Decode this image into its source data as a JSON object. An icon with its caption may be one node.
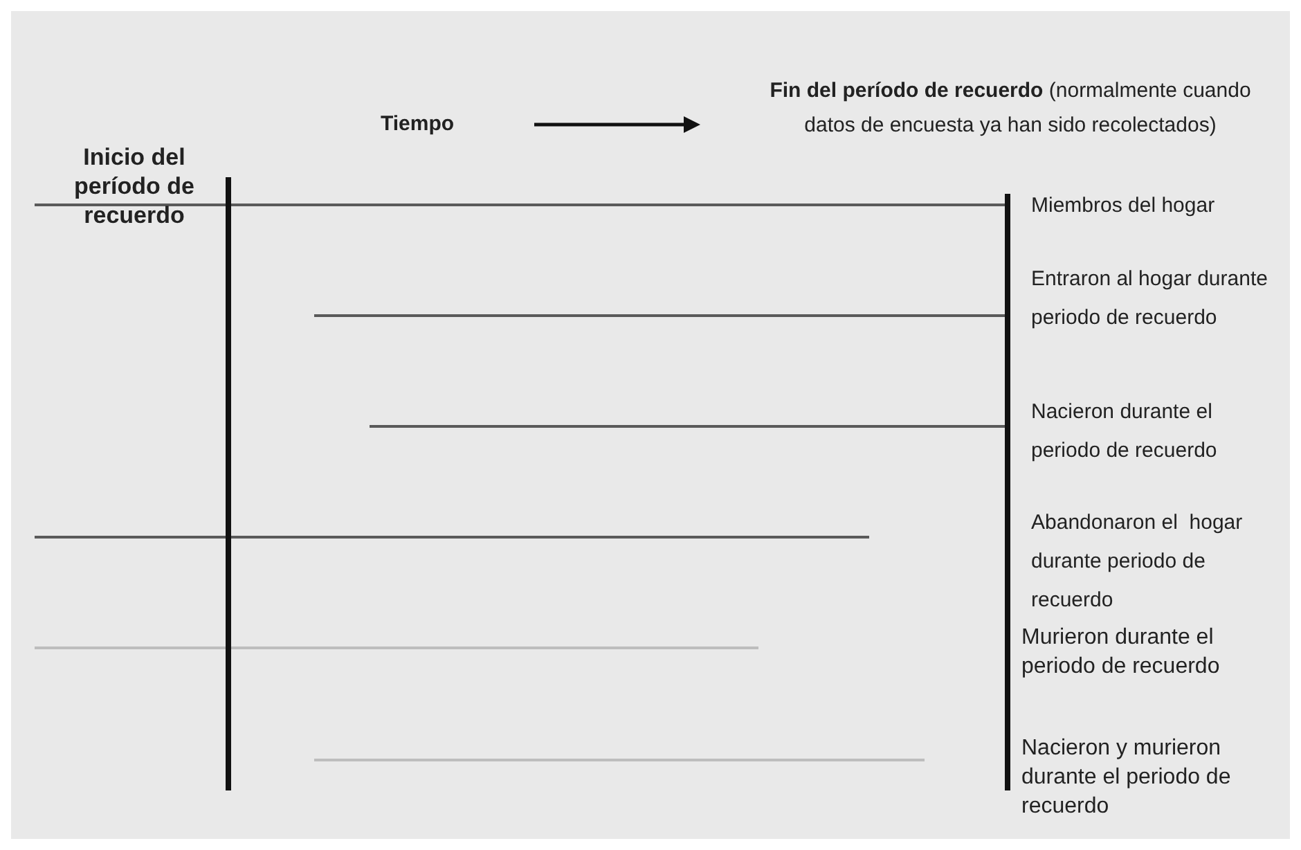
{
  "diagram": {
    "labels": [
      "Inicio del período de recuerdo",
      "Tiempo",
      "**Fin del período de recuerdo** (normalmente cuando datos de encuesta ya han sido recolectados)",
      "Miembros del hogar",
      "Entraron al hogar durante periodo de recuerdo",
      "Nacieron durante el periodo de recuerdo",
      "Abandonaron el  hogar durante periodo de recuerdo",
      "Murieron durante el periodo de recuerdo",
      "Nacieron y murieron durante el periodo de recuerdo"
    ]
  }
}
